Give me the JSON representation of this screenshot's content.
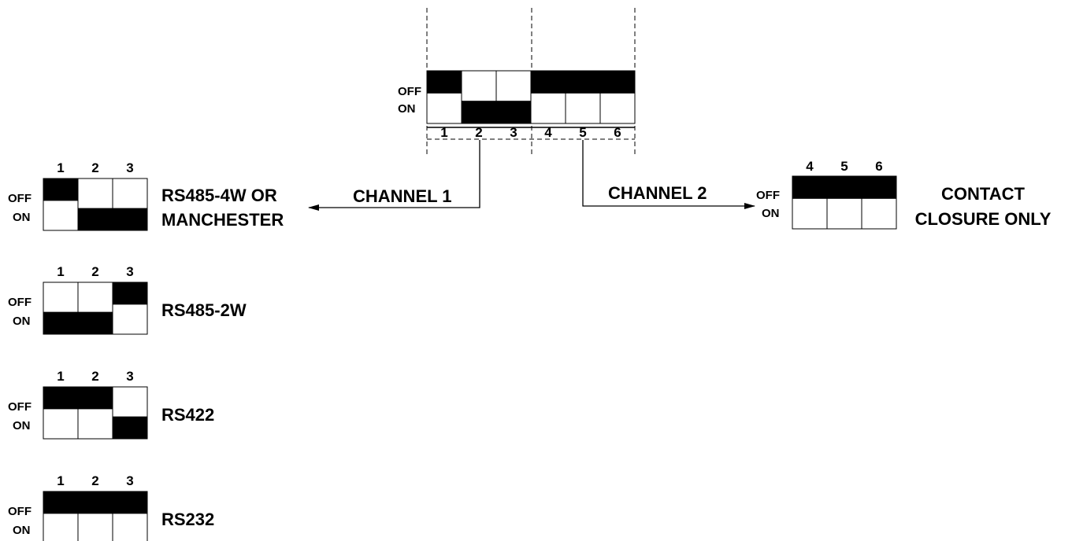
{
  "colors": {
    "ink": "#000000",
    "paper": "#ffffff"
  },
  "main_switch": {
    "off_label": "OFF",
    "on_label": "ON",
    "positions": [
      "1",
      "2",
      "3",
      "4",
      "5",
      "6"
    ],
    "states": [
      "OFF",
      "ON",
      "ON",
      "OFF",
      "OFF",
      "OFF"
    ]
  },
  "channel1": {
    "label": "CHANNEL 1"
  },
  "channel2": {
    "label": "CHANNEL 2"
  },
  "contact_closure": {
    "positions": [
      "4",
      "5",
      "6"
    ],
    "states": [
      "OFF",
      "OFF",
      "OFF"
    ],
    "off_label": "OFF",
    "on_label": "ON",
    "caption_line1": "CONTACT",
    "caption_line2": "CLOSURE ONLY"
  },
  "configs": [
    {
      "positions": [
        "1",
        "2",
        "3"
      ],
      "states": [
        "OFF",
        "ON",
        "ON"
      ],
      "off_label": "OFF",
      "on_label": "ON",
      "caption_line1": "RS485-4W OR",
      "caption_line2": "MANCHESTER"
    },
    {
      "positions": [
        "1",
        "2",
        "3"
      ],
      "states": [
        "ON",
        "ON",
        "OFF"
      ],
      "off_label": "OFF",
      "on_label": "ON",
      "caption_line1": "RS485-2W",
      "caption_line2": ""
    },
    {
      "positions": [
        "1",
        "2",
        "3"
      ],
      "states": [
        "OFF",
        "OFF",
        "ON"
      ],
      "off_label": "OFF",
      "on_label": "ON",
      "caption_line1": "RS422",
      "caption_line2": ""
    },
    {
      "positions": [
        "1",
        "2",
        "3"
      ],
      "states": [
        "OFF",
        "OFF",
        "OFF"
      ],
      "off_label": "OFF",
      "on_label": "ON",
      "caption_line1": "RS232",
      "caption_line2": ""
    }
  ]
}
